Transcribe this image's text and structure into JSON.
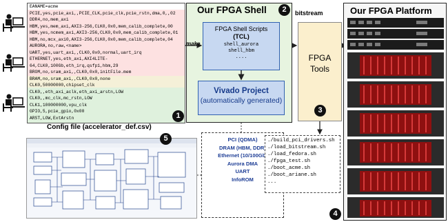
{
  "config_file": {
    "caption": "Config file (accelerator_def.csv)",
    "lines": [
      "EANAME=acme",
      "PCIE,yes,pcie_axi,,PCIE_CLK,pcie_clk,pcie_rstn,dma,0,,02",
      "DDR4,no,mem_axi",
      "HBM,yes,mem_axi,AXI3-256,CLK0,0x0,mem_calib_complete,00",
      "HBM,yes,ncmem_axi,AXI3-256,CLK0,0x0,mem_calib_complete,01",
      "HBM,no,mcx_axi0,AXI3-256,CLK0,0x0,mem_calib_complete,04",
      "AURORA,no,raw,<name>",
      "UART,yes,uart_axi,,CLK0,0x0,normal,uart_irq",
      "ETHERNET,yes,eth_axi,AXI4LITE-",
      "64,CLK0,100Gb,eth_irq,qsfp1,hbm,29",
      "BROM,no,sram_axi,,CLK0,0x0,initFile.mem",
      "BRAM,no,sram_axi,,CLK0,0x0,none",
      "CLK0,50000000,chipset_clk",
      "CLK0,,eth_axi_aclk,eth_axi_arstn,LOW",
      "CLK0,,mc_clk,mc_rstn,LOW",
      "CLK1,100000000,vpu_clk",
      "GPIO,5,pcie_gpio,0x00",
      "ARST,LOW,ExtArstn"
    ]
  },
  "shell": {
    "title": "Our FPGA Shell",
    "badge": "2",
    "scripts_title": "FPGA Shell Scripts",
    "scripts_subtitle": "(TCL)",
    "scripts_items": [
      "shell_aurora",
      "shell_hbm",
      "...."
    ],
    "vivado_title": "Vivado Project",
    "vivado_subtitle": "(automatically generated)",
    "make_label": "make"
  },
  "tools": {
    "bitstream_label": "bitstream",
    "label_line1": "FPGA",
    "label_line2": "Tools",
    "badge": "3"
  },
  "platform": {
    "title": "Our FPGA Platform",
    "badge": "4"
  },
  "config_badge": "1",
  "screenshot_badge": "5",
  "interfaces": [
    "PCI (QDMA)",
    "DRAM (HBM, DDR)",
    "Ethernet (10/100Gb)",
    "Aurora DMA",
    "UART",
    "InfoROM"
  ],
  "scripts_list": [
    "./build_pci_drivers.sh",
    "./load_bitstream.sh",
    "./load_fedora.sh",
    "./fpga_test.sh",
    "./boot_acme.sh",
    "./boot_ariane.sh",
    "..."
  ]
}
